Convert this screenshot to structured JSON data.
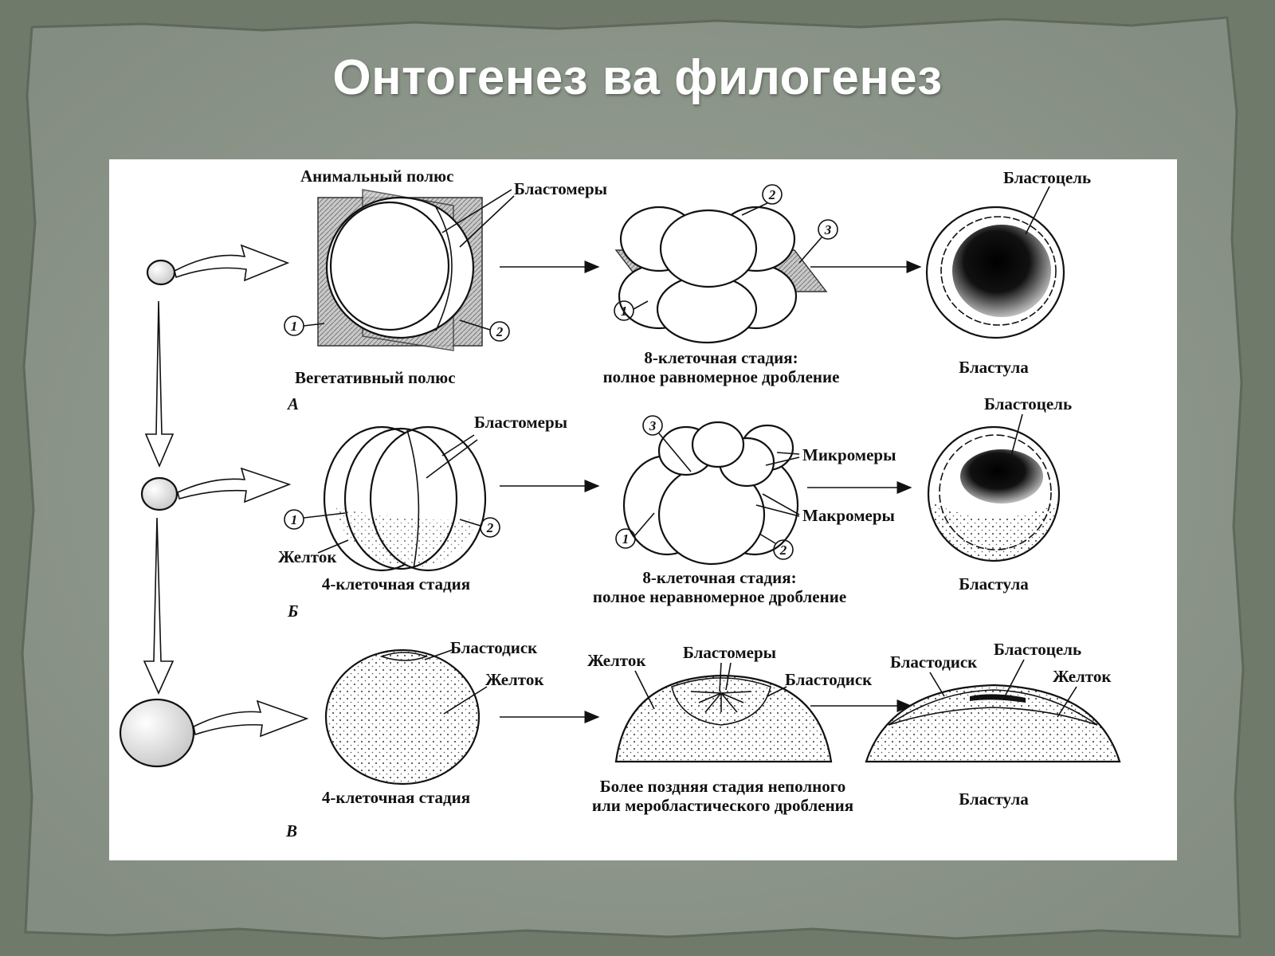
{
  "title": "Онтогенез ва филогенез",
  "colors": {
    "background": "#6f7a6b",
    "panel": "#8f988c",
    "diagram": "#ffffff",
    "title": "#ffffff"
  },
  "diagram": {
    "rowA": {
      "letter": "А",
      "animal_pole": "Анимальный полюс",
      "blastomeres": "Бластомеры",
      "vegetal_pole": "Вегетативный полюс",
      "stage8_line1": "8-клеточная стадия:",
      "stage8_line2": "полное равномерное дробление",
      "blastocoel": "Бластоцель",
      "blastula": "Бластула",
      "n1": "1",
      "n2": "2",
      "n2b": "2",
      "n3": "3",
      "n1b": "1"
    },
    "rowB": {
      "letter": "Б",
      "blastomeres": "Бластомеры",
      "yolk": "Желток",
      "stage4": "4-клеточная стадия",
      "micromeres": "Микромеры",
      "macromeres": "Макромеры",
      "stage8_line1": "8-клеточная стадия:",
      "stage8_line2": "полное неравномерное дробление",
      "blastocoel": "Бластоцель",
      "blastula": "Бластула",
      "n1": "1",
      "n2": "2",
      "n3": "3",
      "n1b": "1",
      "n2b": "2"
    },
    "rowC": {
      "letter": "В",
      "blastodisc": "Бластодиск",
      "yolk": "Желток",
      "stage4": "4-клеточная стадия",
      "yolk2": "Желток",
      "blastomeres": "Бластомеры",
      "blastodisc2": "Бластодиск",
      "later_line1": "Более поздняя стадия неполного",
      "later_line2": "или меробластического дробления",
      "blastodisc3": "Бластодиск",
      "blastocoel": "Бластоцель",
      "yolk3": "Желток",
      "blastula": "Бластула"
    }
  }
}
